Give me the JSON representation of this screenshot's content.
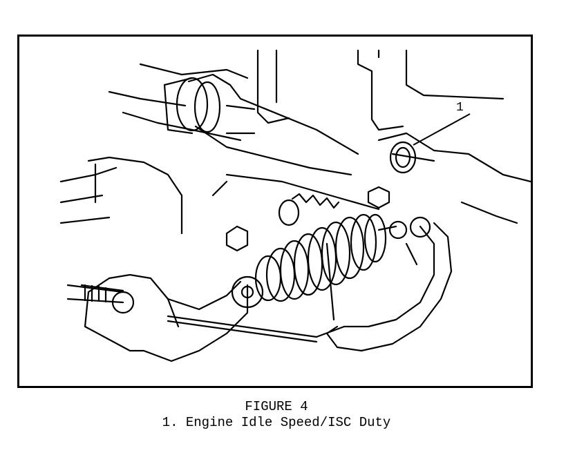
{
  "figure": {
    "title": "FIGURE 4",
    "legend": "1. Engine Idle Speed/ISC Duty",
    "callout_number": "1"
  }
}
